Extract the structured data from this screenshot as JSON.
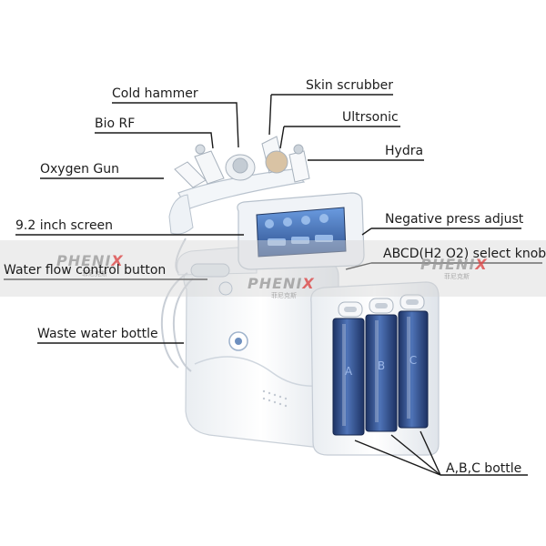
{
  "labels": {
    "cold_hammer": "Cold hammer",
    "skin_scrubber": "Skin scrubber",
    "bio_rf": "Bio RF",
    "ultrsonic": "Ultrsonic",
    "hydra": "Hydra",
    "oxygen_gun": "Oxygen Gun",
    "screen": "9.2  inch screen",
    "negative_press": "Negative press adjust",
    "select_knob": "ABCD(H2 O2) select knob",
    "water_flow": "Water  flow control button",
    "waste_bottle": "Waste water bottle",
    "abc_bottle": "A,B,C  bottle"
  },
  "watermark": {
    "brand_prefix": "PHENI",
    "brand_suffix": "X",
    "brand_sub": "菲尼克斯"
  },
  "bottles": [
    "A",
    "B",
    "C"
  ],
  "colors": {
    "line": "#1a1a1a",
    "body": "#f4f6f8",
    "bottle": "#2f4d86",
    "screen": "#5a86c8",
    "band": "#d7d7d7"
  }
}
